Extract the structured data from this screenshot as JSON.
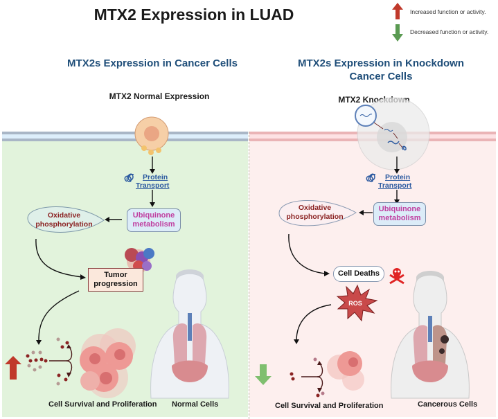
{
  "title": "MTX2 Expression in LUAD",
  "legend": {
    "items": [
      {
        "icon": "arrow-up-icon",
        "color": "#c0392b",
        "label": "Increased function or activity."
      },
      {
        "icon": "arrow-down-icon",
        "color": "#5a9a52",
        "label": "Decreased function or activity."
      }
    ]
  },
  "left_panel": {
    "heading": "MTX2s Expression in Cancer Cells",
    "subheading": "MTX2 Normal Expression",
    "background": "#e2f3dc",
    "protein_transport": "Protein Transport",
    "protein_transport_lines": [
      "Protein",
      "Transport"
    ],
    "ubiquinone": [
      "Ubiquinone",
      "metabolism"
    ],
    "oxphos": [
      "Oxidative",
      "phosphorylation"
    ],
    "tumor": [
      "Tumor",
      "progression"
    ],
    "outcome_label": "Cell Survival and Proliferation",
    "body_label": "Normal Cells",
    "indicator": "arrow-up-icon"
  },
  "right_panel": {
    "heading_lines": [
      "MTX2s Expression in Knockdown",
      "Cancer Cells"
    ],
    "subheading": "MTX2 Knockdown",
    "background": "#fdefee",
    "protein_transport_lines": [
      "Protein",
      "Transport"
    ],
    "ubiquinone": [
      "Ubiquinone",
      "metabolism"
    ],
    "oxphos": [
      "Oxidative",
      "phosphorylation"
    ],
    "cell_deaths": "Cell Deaths",
    "ros": "ROS",
    "outcome_label": "Cell Survival and Proliferation",
    "body_label": "Cancerous Cells",
    "indicator": "arrow-down-icon"
  },
  "colors": {
    "heading_blue": "#1f4e79",
    "oxphos_text": "#8b2323",
    "ubiquinone_text": "#c03ea0",
    "up_arrow": "#c0392b",
    "down_arrow": "#7fbf6f",
    "ros": "#c94a4a"
  }
}
